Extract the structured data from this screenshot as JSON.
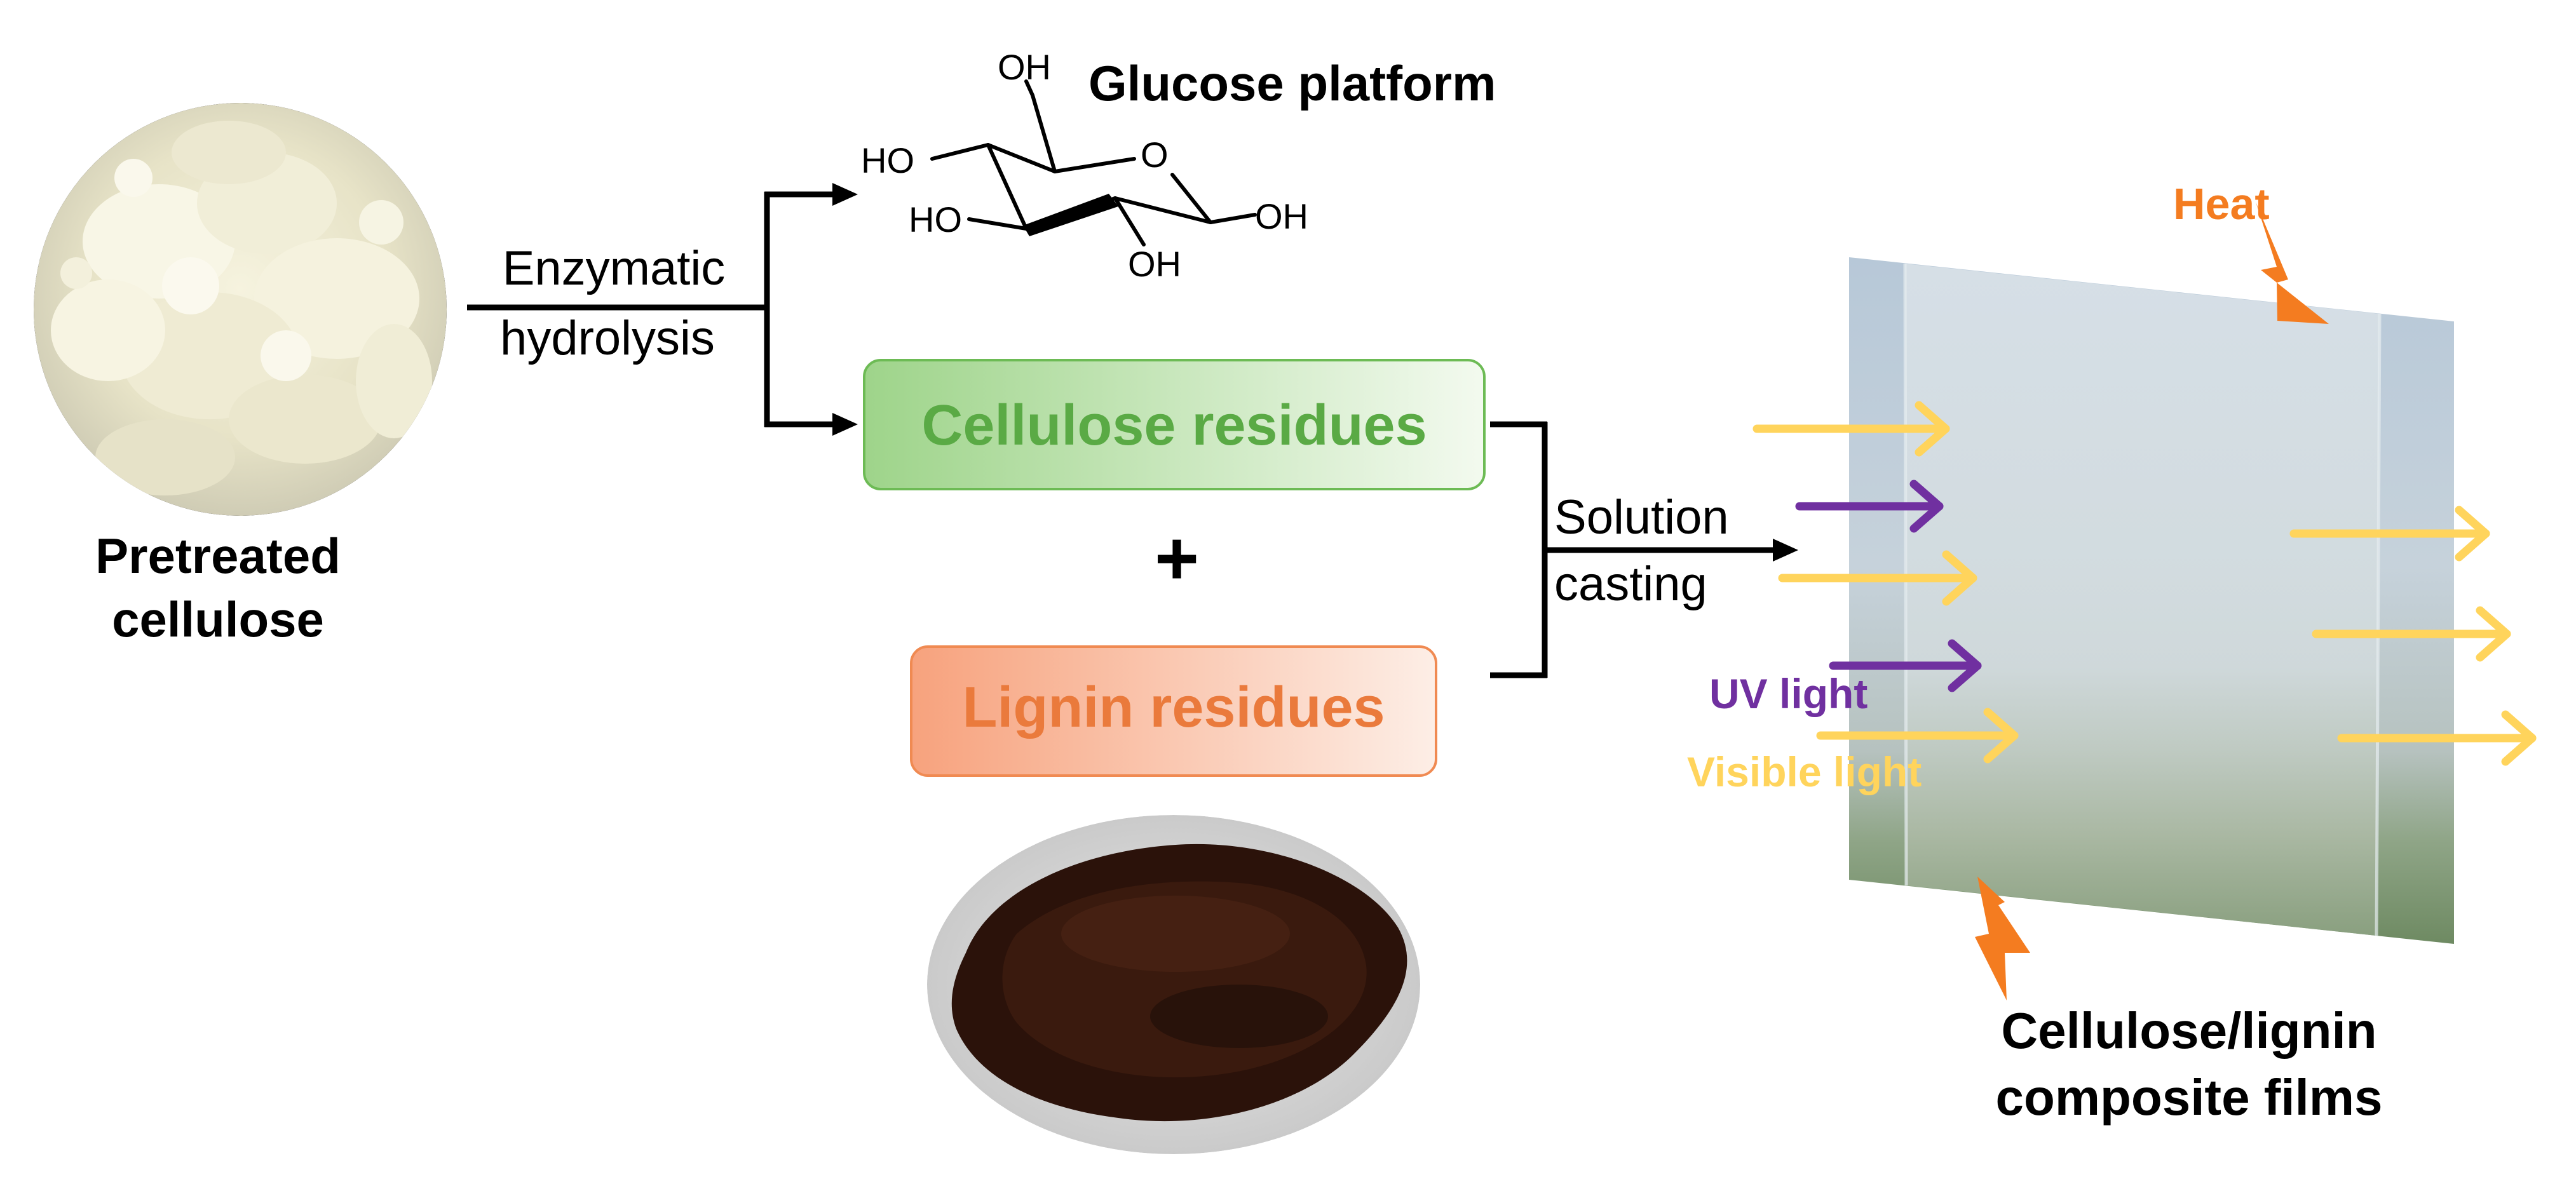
{
  "pretreated_label": [
    "Pretreated",
    "cellulose"
  ],
  "hydrolysis_label": [
    "Enzymatic",
    "hydrolysis"
  ],
  "glucose": {
    "title": "Glucose platform",
    "groups": [
      "OH",
      "HO",
      "HO",
      "OH",
      "OH",
      "O"
    ]
  },
  "cellulose_box": {
    "label": "Cellulose residues"
  },
  "plus_sign": "+",
  "lignin_box": {
    "label": "Lignin residues"
  },
  "casting_label": [
    "Solution",
    "casting"
  ],
  "heat_label": "Heat",
  "uv_label": "UV light",
  "visible_label": "Visible light",
  "film_label": [
    "Cellulose/lignin",
    "composite films"
  ],
  "colors": {
    "green_text": "#5aaa45",
    "orange_text": "#ea7a3c",
    "heat": "#f47c20",
    "uv": "#7030a0",
    "visible": "#ffd45c",
    "line": "#000000"
  },
  "icons": [
    "heat-bolt-icon",
    "arrow-icon"
  ]
}
